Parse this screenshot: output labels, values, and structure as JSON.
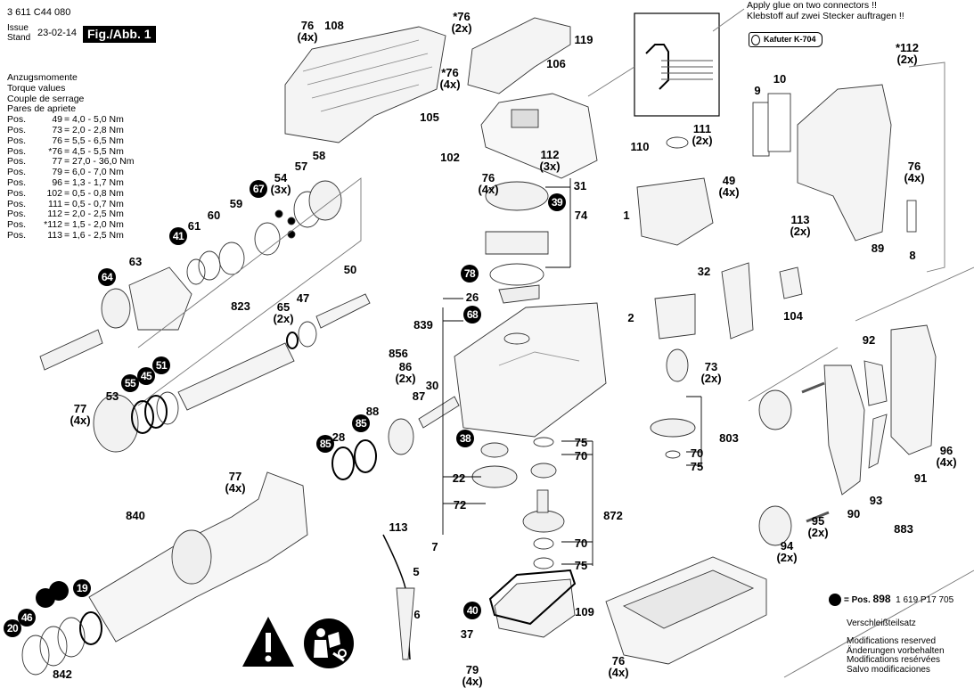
{
  "header": {
    "document_number": "3 611 C44 080",
    "issue_label_en": "Issue",
    "issue_label_de": "Stand",
    "issue_date": "23-02-14",
    "figure_label": "Fig./Abb. 1"
  },
  "torque_table": {
    "titles": [
      "Anzugsmomente",
      "Torque values",
      "Couple de serrage",
      "Pares de apriete"
    ],
    "rows": [
      {
        "prefix": "Pos.",
        "pos": "49",
        "value": "= 4,0 - 5,0 Nm"
      },
      {
        "prefix": "Pos.",
        "pos": "73",
        "value": "= 2,0 - 2,8 Nm"
      },
      {
        "prefix": "Pos.",
        "pos": "76",
        "value": "= 5,5 - 6,5 Nm"
      },
      {
        "prefix": "Pos.",
        "pos": "*76",
        "value": "= 4,5 - 5,5 Nm"
      },
      {
        "prefix": "Pos.",
        "pos": "77",
        "value": "= 27,0 - 36,0 Nm"
      },
      {
        "prefix": "Pos.",
        "pos": "79",
        "value": "= 6,0 - 7,0 Nm"
      },
      {
        "prefix": "Pos.",
        "pos": "96",
        "value": "= 1,3 - 1,7 Nm"
      },
      {
        "prefix": "Pos.",
        "pos": "102",
        "value": "= 0,5 - 0,8 Nm"
      },
      {
        "prefix": "Pos.",
        "pos": "111",
        "value": "= 0,5 - 0,7 Nm"
      },
      {
        "prefix": "Pos.",
        "pos": "112",
        "value": "= 2,0 - 2,5 Nm"
      },
      {
        "prefix": "Pos.",
        "pos": "*112",
        "value": "= 1,5 - 2,0 Nm"
      },
      {
        "prefix": "Pos.",
        "pos": "113",
        "value": "= 1,6 - 2,5 Nm"
      }
    ]
  },
  "glue_note": {
    "line_en": "Apply glue on two connectors !!",
    "line_de": "Klebstoff auf zwei Stecker auftragen !!",
    "tube_label": "Kafuter K-704"
  },
  "legend": {
    "symbol": "filled-circle",
    "equals_pos": "= Pos.",
    "pos_number": "898",
    "part_number": "1 619 P17 705",
    "set_name": "Verschleißteilsatz",
    "modifications": [
      "Modifications reserved",
      "Änderungen vorbehalten",
      "Modifications resérvées",
      "Salvo modificaciones"
    ]
  },
  "callouts": [
    {
      "id": "c76a",
      "text": "76\n(4x)"
    },
    {
      "id": "c108",
      "text": "108"
    },
    {
      "id": "c76b",
      "text": "*76\n(2x)"
    },
    {
      "id": "c119",
      "text": "119"
    },
    {
      "id": "c106",
      "text": "106"
    },
    {
      "id": "c76c",
      "text": "*76\n(4x)"
    },
    {
      "id": "c105",
      "text": "105"
    },
    {
      "id": "c102",
      "text": "102"
    },
    {
      "id": "c112a",
      "text": "112\n(3x)"
    },
    {
      "id": "c111",
      "text": "111\n(2x)"
    },
    {
      "id": "c110",
      "text": "110"
    },
    {
      "id": "c49",
      "text": "49\n(4x)"
    },
    {
      "id": "c1",
      "text": "1"
    },
    {
      "id": "c9",
      "text": "9"
    },
    {
      "id": "c10",
      "text": "10"
    },
    {
      "id": "c112b",
      "text": "*112\n(2x)"
    },
    {
      "id": "c76d",
      "text": "76\n(4x)"
    },
    {
      "id": "c8",
      "text": "8"
    },
    {
      "id": "c89",
      "text": "89"
    },
    {
      "id": "c113a",
      "text": "113\n(2x)"
    },
    {
      "id": "c32",
      "text": "32"
    },
    {
      "id": "c104",
      "text": "104"
    },
    {
      "id": "c2",
      "text": "2"
    },
    {
      "id": "c73",
      "text": "73\n(2x)"
    },
    {
      "id": "c803",
      "text": "803"
    },
    {
      "id": "c70a",
      "text": "70"
    },
    {
      "id": "c75a",
      "text": "75"
    },
    {
      "id": "c92",
      "text": "92"
    },
    {
      "id": "c93",
      "text": "93"
    },
    {
      "id": "c90",
      "text": "90"
    },
    {
      "id": "c91",
      "text": "91"
    },
    {
      "id": "c96",
      "text": "96\n(4x)"
    },
    {
      "id": "c883",
      "text": "883"
    },
    {
      "id": "c95",
      "text": "95\n(2x)"
    },
    {
      "id": "c94",
      "text": "94\n(2x)"
    },
    {
      "id": "c109",
      "text": "109"
    },
    {
      "id": "c76e",
      "text": "76\n(4x)"
    },
    {
      "id": "c31",
      "text": "31"
    },
    {
      "id": "c74",
      "text": "74"
    },
    {
      "id": "c76f",
      "text": "76\n(4x)"
    },
    {
      "id": "c26",
      "text": "26"
    },
    {
      "id": "c839",
      "text": "839"
    },
    {
      "id": "c75b",
      "text": "75"
    },
    {
      "id": "c70b",
      "text": "70"
    },
    {
      "id": "c22",
      "text": "22"
    },
    {
      "id": "c72",
      "text": "72"
    },
    {
      "id": "c872",
      "text": "872"
    },
    {
      "id": "c70c",
      "text": "70"
    },
    {
      "id": "c75c",
      "text": "75"
    },
    {
      "id": "c37",
      "text": "37"
    },
    {
      "id": "c79",
      "text": "79\n(4x)"
    },
    {
      "id": "c58",
      "text": "58"
    },
    {
      "id": "c57",
      "text": "57"
    },
    {
      "id": "c54",
      "text": "54\n(3x)"
    },
    {
      "id": "c59",
      "text": "59"
    },
    {
      "id": "c60",
      "text": "60"
    },
    {
      "id": "c61",
      "text": "61"
    },
    {
      "id": "c63",
      "text": "63"
    },
    {
      "id": "c50",
      "text": "50"
    },
    {
      "id": "c823",
      "text": "823"
    },
    {
      "id": "c65",
      "text": "65\n(2x)"
    },
    {
      "id": "c47",
      "text": "47"
    },
    {
      "id": "c856",
      "text": "856"
    },
    {
      "id": "c86",
      "text": "86\n(2x)"
    },
    {
      "id": "c30",
      "text": "30"
    },
    {
      "id": "c87",
      "text": "87"
    },
    {
      "id": "c88",
      "text": "88"
    },
    {
      "id": "c28",
      "text": "28"
    },
    {
      "id": "c53",
      "text": "53"
    },
    {
      "id": "c77a",
      "text": "77\n(4x)"
    },
    {
      "id": "c77b",
      "text": "77\n(4x)"
    },
    {
      "id": "c840",
      "text": "840"
    },
    {
      "id": "c842",
      "text": "842"
    },
    {
      "id": "c113b",
      "text": "113"
    },
    {
      "id": "c7",
      "text": "7"
    },
    {
      "id": "c5",
      "text": "5"
    },
    {
      "id": "c6",
      "text": "6"
    }
  ],
  "wear_badges": [
    {
      "id": "b67",
      "text": "67"
    },
    {
      "id": "b41",
      "text": "41"
    },
    {
      "id": "b64",
      "text": "64"
    },
    {
      "id": "b55",
      "text": "55"
    },
    {
      "id": "b45",
      "text": "45"
    },
    {
      "id": "b51",
      "text": "51"
    },
    {
      "id": "b85a",
      "text": "85"
    },
    {
      "id": "b85b",
      "text": "85"
    },
    {
      "id": "b39",
      "text": "39"
    },
    {
      "id": "b78",
      "text": "78"
    },
    {
      "id": "b68",
      "text": "68"
    },
    {
      "id": "b38",
      "text": "38"
    },
    {
      "id": "b40",
      "text": "40"
    },
    {
      "id": "b19",
      "text": "19"
    },
    {
      "id": "b46",
      "text": "46"
    },
    {
      "id": "b20",
      "text": "20"
    },
    {
      "id": "bblank1",
      "text": ""
    },
    {
      "id": "bblank2",
      "text": ""
    }
  ],
  "icons": {
    "warning": "warning-triangle-icon",
    "manual": "read-manual-icon"
  }
}
